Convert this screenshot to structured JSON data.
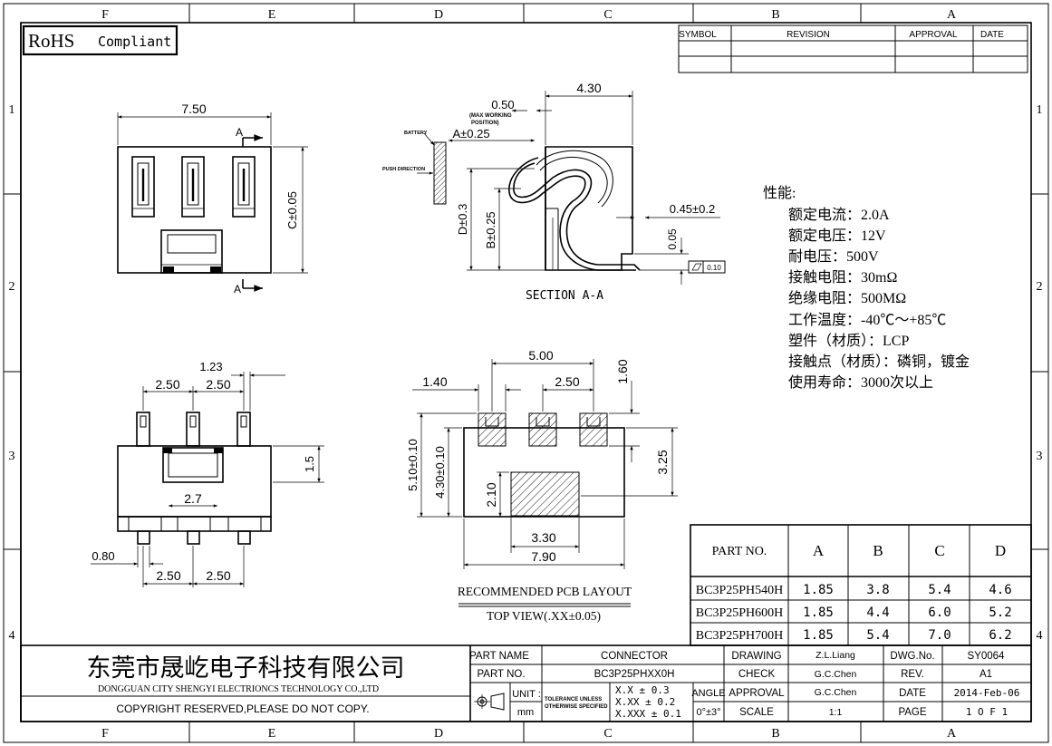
{
  "frame": {
    "columns_top": [
      "F",
      "E",
      "D",
      "C",
      "B",
      "A"
    ],
    "columns_bottom": [
      "F",
      "E",
      "D",
      "C",
      "B",
      "A"
    ],
    "rows_left": [
      "1",
      "2",
      "3",
      "4"
    ],
    "rows_right": [
      "1",
      "2",
      "3",
      "4"
    ]
  },
  "rohs": {
    "mark": "RoHS",
    "text": "Compliant"
  },
  "revision_table": {
    "symbol": "SYMBOL",
    "revision": "REVISION",
    "approval": "APPROVAL",
    "date": "DATE"
  },
  "front_view": {
    "dim_width": "7.50",
    "dim_height": "C±0.05",
    "section_top": "A",
    "section_bottom": "A"
  },
  "section_view": {
    "title": "SECTION A-A",
    "battery": "BATTERY",
    "push_direction": "PUSH DIRECTION",
    "dim_050": "0.50",
    "max_working": "(MAX WORKING",
    "max_working_2": "POSITION)",
    "dim_a": "A±0.25",
    "dim_430": "4.30",
    "dim_d": "D±0.3",
    "dim_b": "B±0.25",
    "dim_045": "0.45±0.2",
    "dim_005": "0.05",
    "flatness": "0.10"
  },
  "side_view": {
    "dim_123": "1.23",
    "dim_250a": "2.50",
    "dim_250b": "2.50",
    "dim_15": "1.5",
    "dim_27": "2.7",
    "dim_080": "0.80",
    "dim_250c": "2.50",
    "dim_250d": "2.50"
  },
  "pcb_layout": {
    "dim_500": "5.00",
    "dim_140": "1.40",
    "dim_250": "2.50",
    "dim_160": "1.60",
    "dim_510": "5.10±0.10",
    "dim_430": "4.30±0.10",
    "dim_325": "3.25",
    "dim_210": "2.10",
    "dim_330": "3.30",
    "dim_790": "7.90",
    "caption": "RECOMMENDED PCB LAYOUT",
    "view": "TOP VIEW(.XX±0.05)"
  },
  "specs": {
    "title": "性能:",
    "items": [
      "额定电流：2.0A",
      "额定电压：12V",
      "耐电压：500V",
      "接触电阻：30mΩ",
      "绝缘电阻：500MΩ",
      "工作温度：-40℃～+85℃",
      "塑件（材质）：LCP",
      "接触点（材质）：磷铜，镀金",
      "使用寿命：3000次以上"
    ]
  },
  "part_table": {
    "headers": [
      "PART NO.",
      "A",
      "B",
      "C",
      "D"
    ],
    "rows": [
      [
        "BC3P25PH540H",
        "1.85",
        "3.8",
        "5.4",
        "4.6"
      ],
      [
        "BC3P25PH600H",
        "1.85",
        "4.4",
        "6.0",
        "5.2"
      ],
      [
        "BC3P25PH700H",
        "1.85",
        "5.4",
        "7.0",
        "6.2"
      ]
    ]
  },
  "title_block": {
    "company_cn": "东莞市晟屹电子科技有限公司",
    "company_en": "DONGGUAN CITY SHENGYI ELECTRIONCS TECHNOLOGY CO.,LTD",
    "copyright": "COPYRIGHT RESERVED,PLEASE DO NOT COPY.",
    "part_name_label": "PART NAME",
    "part_name": "CONNECTOR",
    "part_no_label": "PART NO.",
    "part_no": "BC3P25PHXX0H",
    "unit_label": "UNIT :",
    "unit": "mm",
    "tolerance_1": "TOLERANCE UNLESS",
    "tolerance_2": "OTHERWISE SPECIFIED",
    "tol_x": "X.X ± 0.3",
    "tol_xx": "X.XX ± 0.2",
    "tol_xxx": "X.XXX ± 0.1",
    "angle_label": "ANGLE",
    "angle": "0°±3°",
    "drawing_label": "DRAWING",
    "drawing": "Z.L.Liang",
    "check_label": "CHECK",
    "check": "G.C.Chen",
    "approval_label": "APPROVAL",
    "approval": "G.C.Chen",
    "scale_label": "SCALE",
    "scale": "1:1",
    "dwg_label": "DWG.No.",
    "dwg": "SY0064",
    "rev_label": "REV.",
    "rev": "A1",
    "date_label": "DATE",
    "date": "2014-Feb-06",
    "page_label": "PAGE",
    "page": "1 O F 1"
  }
}
